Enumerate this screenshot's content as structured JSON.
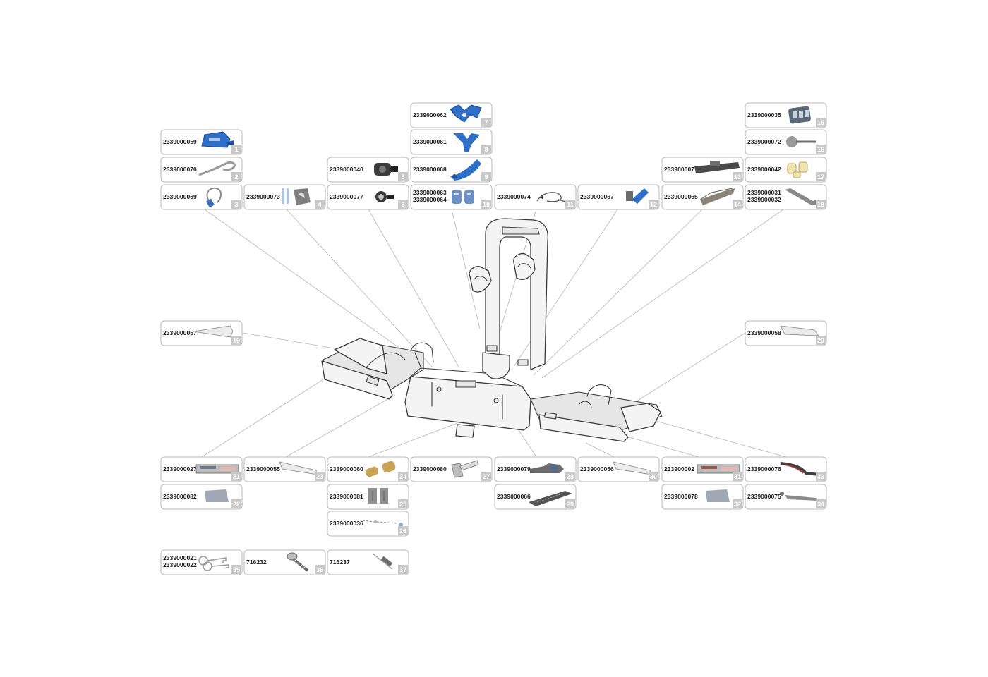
{
  "colors": {
    "part_blue": "#2f6fc8",
    "part_grey": "#9a9a9a",
    "part_dark": "#3c3c3c",
    "part_light": "#ececec",
    "part_tan": "#c9a456",
    "tag_grey": "#c8c8c8",
    "leader_line": "#b4b4b4"
  },
  "parts": [
    {
      "num": "1",
      "codes": [
        "2339000059"
      ],
      "icon": "blue-strap-clamp-icon",
      "color": "#2f6fc8"
    },
    {
      "num": "2",
      "codes": [
        "2339000070"
      ],
      "icon": "strap-loop-icon",
      "color": "#9a9a9a"
    },
    {
      "num": "3",
      "codes": [
        "2339000069"
      ],
      "icon": "cable-lock-icon",
      "color": "#3c6fb5"
    },
    {
      "num": "4",
      "codes": [
        "2339000073"
      ],
      "icon": "plate-and-strips-icon",
      "color": "#7f7f7f"
    },
    {
      "num": "5",
      "codes": [
        "2339000040"
      ],
      "icon": "connector-plug-icon",
      "color": "#3c3c3c"
    },
    {
      "num": "6",
      "codes": [
        "2339000077"
      ],
      "icon": "socket-plug-icon",
      "color": "#3c3c3c"
    },
    {
      "num": "7",
      "codes": [
        "2339000062"
      ],
      "icon": "blue-frame-holder-icon",
      "color": "#2f6fc8"
    },
    {
      "num": "8",
      "codes": [
        "2339000061"
      ],
      "icon": "blue-holder-arm-icon",
      "color": "#2f6fc8"
    },
    {
      "num": "9",
      "codes": [
        "2339000068"
      ],
      "icon": "blue-lever-icon",
      "color": "#2f6fc8"
    },
    {
      "num": "10",
      "codes": [
        "2339000063",
        "2339000064"
      ],
      "icon": "blue-grip-pads-icon",
      "color": "#6e8fc4"
    },
    {
      "num": "11",
      "codes": [
        "2339000074"
      ],
      "qty": "4",
      "icon": "cable-tie-icon",
      "color": "#555555"
    },
    {
      "num": "12",
      "codes": [
        "2339000067"
      ],
      "icon": "blue-latch-icon",
      "color": "#2f6fc8"
    },
    {
      "num": "13",
      "codes": [
        "2339000071"
      ],
      "icon": "rail-bracket-icon",
      "color": "#4a4a4a"
    },
    {
      "num": "14",
      "codes": [
        "2339000065"
      ],
      "icon": "hinge-plate-icon",
      "color": "#8c8378"
    },
    {
      "num": "15",
      "codes": [
        "2339000035"
      ],
      "icon": "keypad-cover-icon",
      "color": "#5a6a7a"
    },
    {
      "num": "16",
      "codes": [
        "2339000072"
      ],
      "icon": "knob-bolt-icon",
      "color": "#9a9a9a"
    },
    {
      "num": "17",
      "codes": [
        "2339000042"
      ],
      "icon": "end-caps-icon",
      "color": "#efe3b0"
    },
    {
      "num": "18",
      "codes": [
        "2339000031",
        "2339000032"
      ],
      "icon": "hex-key-icon",
      "color": "#8a8a8a"
    },
    {
      "num": "19",
      "codes": [
        "2339000057"
      ],
      "icon": "tapered-cap-left-icon",
      "color": "#ececec"
    },
    {
      "num": "20",
      "codes": [
        "2339000058"
      ],
      "icon": "tapered-cap-right-icon",
      "color": "#ececec"
    },
    {
      "num": "21",
      "codes": [
        "2339000027"
      ],
      "icon": "reflector-strip-icon",
      "color": "#6a7a8a"
    },
    {
      "num": "22",
      "codes": [
        "2339000082"
      ],
      "icon": "grey-cap-icon",
      "color": "#9fa8b4"
    },
    {
      "num": "23",
      "codes": [
        "2339000055"
      ],
      "icon": "tapered-cap-icon",
      "color": "#ececec"
    },
    {
      "num": "24",
      "codes": [
        "2339000060"
      ],
      "icon": "tan-plugs-icon",
      "color": "#c9a456"
    },
    {
      "num": "25",
      "codes": [
        "2339000081"
      ],
      "icon": "grey-blocks-icon",
      "color": "#8f8f8f"
    },
    {
      "num": "26",
      "codes": [
        "2339000036"
      ],
      "icon": "wiring-harness-icon",
      "color": "#9a9a9a"
    },
    {
      "num": "27",
      "codes": [
        "2339000080"
      ],
      "icon": "pedal-bracket-icon",
      "color": "#bdbdbd"
    },
    {
      "num": "28",
      "codes": [
        "2339000079"
      ],
      "icon": "lock-bracket-icon",
      "color": "#4d6d90"
    },
    {
      "num": "29",
      "codes": [
        "2339000066"
      ],
      "icon": "foot-plate-icon",
      "color": "#555555"
    },
    {
      "num": "30",
      "codes": [
        "2339000056"
      ],
      "icon": "tapered-cap-icon",
      "color": "#ececec"
    },
    {
      "num": "31",
      "codes": [
        "233900002"
      ],
      "icon": "reflector-strip-icon",
      "color": "#9a5a4a"
    },
    {
      "num": "32",
      "codes": [
        "2339000078"
      ],
      "icon": "grey-cap-icon",
      "color": "#9fa8b4"
    },
    {
      "num": "33",
      "codes": [
        "2339000076"
      ],
      "icon": "wheel-strap-icon",
      "color": "#a03a3a"
    },
    {
      "num": "34",
      "codes": [
        "2339000075"
      ],
      "icon": "release-lever-icon",
      "color": "#8a8a8a"
    },
    {
      "num": "35",
      "codes": [
        "2339000021",
        "2339000022"
      ],
      "icon": "keys-icon",
      "color": "#9a9a9a"
    },
    {
      "num": "36",
      "codes": [
        "716232"
      ],
      "icon": "screw-icon",
      "color": "#6a6a6a"
    },
    {
      "num": "37",
      "codes": [
        "716237"
      ],
      "icon": "rivet-icon",
      "color": "#6a6a6a"
    }
  ]
}
